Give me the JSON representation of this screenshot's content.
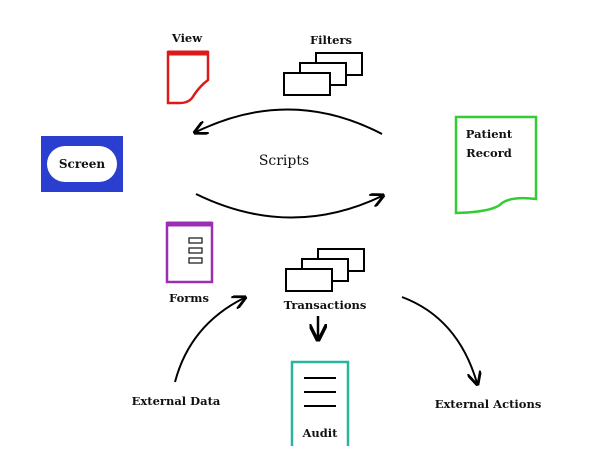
{
  "diagram": {
    "center_label": "Scripts",
    "nodes": {
      "view": {
        "label": "View",
        "color": "#dd1a1a"
      },
      "filters": {
        "label": "Filters",
        "color": "#000000"
      },
      "screen": {
        "label": "Screen",
        "color": "#2a3fd0"
      },
      "patient_record": {
        "label_line1": "Patient",
        "label_line2": "Record",
        "color": "#33cc33"
      },
      "forms": {
        "label": "Forms",
        "color": "#9b2fb3"
      },
      "transactions": {
        "label": "Transactions",
        "color": "#000000"
      },
      "audit": {
        "label": "Audit",
        "color": "#2ab3a0"
      },
      "external_data": {
        "label": "External Data"
      },
      "external_actions": {
        "label": "External Actions"
      }
    }
  }
}
